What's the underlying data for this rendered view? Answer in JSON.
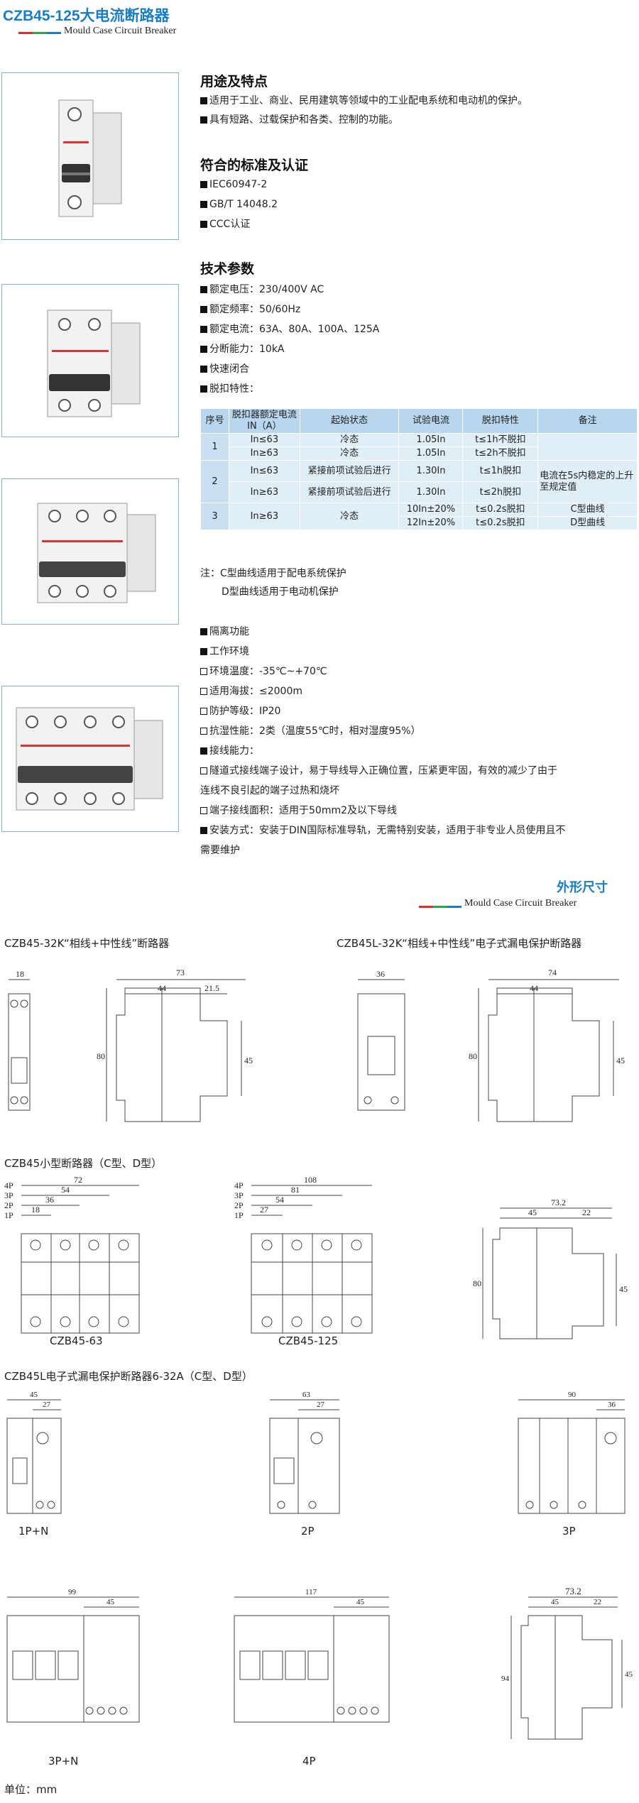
{
  "header": {
    "title": "CZB45-125大电流断路器",
    "subtitle": "Mould Case Circuit Breaker"
  },
  "accent_colors": {
    "title": "#1a7ec7",
    "bar_red": "#e8282a",
    "bar_green": "#2aa84a",
    "bar_blue": "#1a7ec7"
  },
  "usage": {
    "heading": "用途及特点",
    "items": [
      "适用于工业、商业、民用建筑等领域中的工业配电系统和电动机的保护。",
      "具有短路、过载保护和各类、控制的功能。"
    ]
  },
  "standards": {
    "heading": "符合的标准及认证",
    "items": [
      "IEC60947-2",
      "GB/T 14048.2",
      "CCC认证"
    ]
  },
  "params": {
    "heading": "技术参数",
    "items": [
      "额定电压：230/400V AC",
      "额定频率：50/60Hz",
      "额定电流：63A、80A、100A、125A",
      "分断能力：10kA",
      "快速闭合",
      "脱扣特性："
    ]
  },
  "table": {
    "headers": [
      "序号",
      "脱扣器额定电流IN（A）",
      "起始状态",
      "试验电流",
      "脱扣特性",
      "备注"
    ],
    "r1": {
      "no": "1",
      "a": "In≤63",
      "b": "In≥63",
      "state": "冷态",
      "state2": "冷态",
      "cur": "1.05In",
      "cur2": "1.05In",
      "trip": "t≤1h不脱扣",
      "trip2": "t≤2h不脱扣"
    },
    "r2": {
      "no": "2",
      "a": "In≤63",
      "b": "In≥63",
      "state": "紧接前项试验后进行",
      "state2": "紧接前项试验后进行",
      "cur": "1.30In",
      "cur2": "1.30In",
      "trip": "t≤1h脱扣",
      "trip2": "t≤2h脱扣",
      "note": "电流在5s内稳定的上升至规定值"
    },
    "r3": {
      "no": "3",
      "a": "In≥63",
      "state": "冷态",
      "cur": "10In±20%",
      "cur2": "12In±20%",
      "trip": "t≤0.2s脱扣",
      "trip2": "t≤0.2s脱扣",
      "note": "C型曲线",
      "note2": "D型曲线"
    }
  },
  "notes": {
    "line1": "注：C型曲线适用于配电系统保护",
    "line2": "D型曲线适用于电动机保护"
  },
  "features": {
    "isolation": "隔离功能",
    "env": "工作环境",
    "temp": "环境温度：-35℃~+70℃",
    "alt": "适用海拔：≤2000m",
    "ip": "防护等级：IP20",
    "humid": "抗湿性能：2类（温度55℃时，相对湿度95%）",
    "wiring": "接线能力：",
    "tunnel1": "隧道式接线端子设计，易于导线导入正确位置，压紧更牢固，有效的减少了由于",
    "tunnel2": "连线不良引起的端子过热和烧坏",
    "terminal": "端子接线面积：适用于50mm2及以下导线",
    "install1": "安装方式：安装于DIN国际标准导轨，无需特别安装，适用于非专业人员使用且不",
    "install2": "需要维护"
  },
  "dimensions": {
    "heading": "外形尺寸",
    "subtitle": "Mould Case Circuit Breaker",
    "sec1": "CZB45-32K“相线+中性线”断路器",
    "sec1b": "CZB45L-32K“相线+中性线”电子式漏电保护断路器",
    "sec2": "CZB45小型断路器（C型、D型）",
    "sec3": "CZB45L电子式漏电保护断路器6-32A（C型、D型）",
    "cap63": "CZB45-63",
    "cap125": "CZB45-125",
    "cap1pn": "1P+N",
    "cap2p": "2P",
    "cap3p": "3P",
    "cap3pn": "3P+N",
    "cap4p": "4P",
    "unit": "单位：mm",
    "d18": "18",
    "d73": "73",
    "d44": "44",
    "d21": "21.5",
    "d80": "80",
    "d45": "45",
    "d36": "36",
    "d74": "74",
    "p4": "4P",
    "p3": "3P",
    "p2": "2P",
    "p1": "1P",
    "d72": "72",
    "d54": "54",
    "d108": "108",
    "d81": "81",
    "d27": "27",
    "d732": "73.2",
    "d22": "22",
    "d63": "63",
    "d90": "90",
    "d99": "99",
    "d117": "117",
    "d94": "94"
  }
}
